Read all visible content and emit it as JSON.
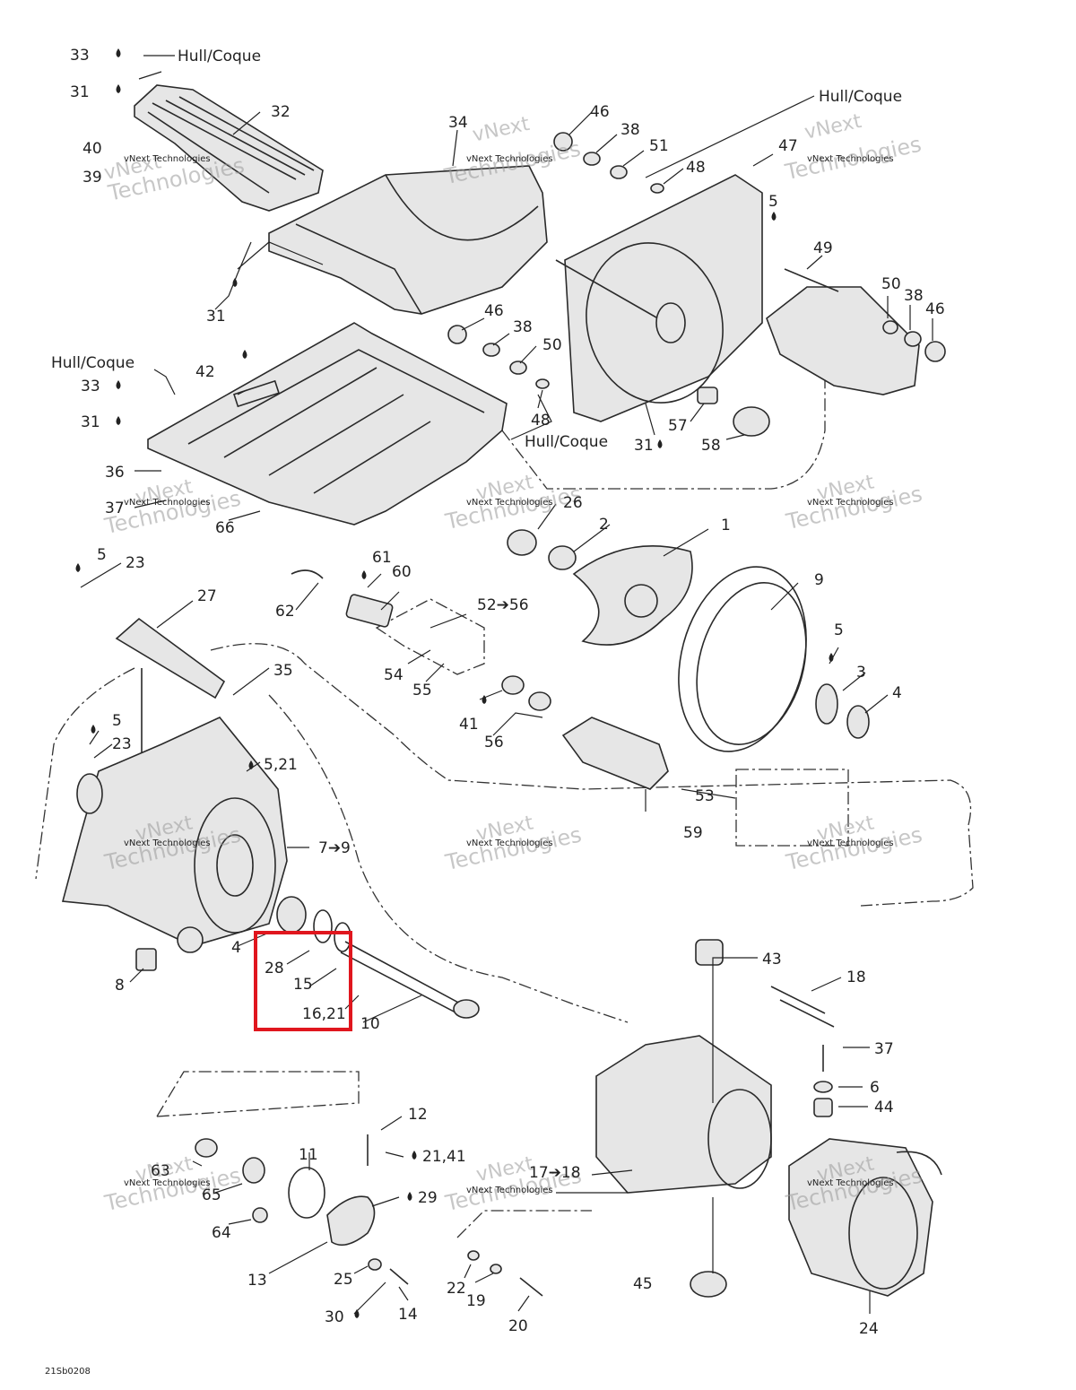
{
  "hull_label": "Hull/Coque",
  "ref_code": "21Sb0208",
  "watermark": {
    "line1": "vNext",
    "line2": "Technologies",
    "small": "vNext Technologies"
  },
  "labels": {
    "p33a": "33",
    "p31a": "31",
    "p32": "32",
    "p40": "40",
    "p39": "39",
    "p34": "34",
    "p46a": "46",
    "p38a": "38",
    "p51": "51",
    "p48a": "48",
    "p47": "47",
    "p5a": "5",
    "p49": "49",
    "p50a": "50",
    "p38b": "38",
    "p46b": "46",
    "p31b": "31",
    "p46c": "46",
    "p38c": "38",
    "p50b": "50",
    "p48b": "48",
    "p42": "42",
    "p33b": "33",
    "p31c": "31",
    "p57": "57",
    "p58": "58",
    "p31d": "31",
    "p36": "36",
    "p37a": "37",
    "p66": "66",
    "p26": "26",
    "p2": "2",
    "p1": "1",
    "p5b": "5",
    "p23a": "23",
    "p27": "27",
    "p61": "61",
    "p60": "60",
    "p62": "62",
    "p52": "52➔56",
    "p9": "9",
    "p5c": "5",
    "p3": "3",
    "p4a": "4",
    "p35": "35",
    "p54": "54",
    "p55": "55",
    "p41": "41",
    "p56": "56",
    "p5d": "5",
    "p23b": "23",
    "p521": "5,21",
    "p53": "53",
    "p79": "7➔9",
    "p59": "59",
    "p4b": "4",
    "p28": "28",
    "p15": "15",
    "p1621": "16,21",
    "p10": "10",
    "p8": "8",
    "p43": "43",
    "p18": "18",
    "p37b": "37",
    "p6": "6",
    "p44": "44",
    "p12": "12",
    "p2141": "21,41",
    "p63": "63",
    "p65": "65",
    "p11": "11",
    "p1718": "17➔18",
    "p29": "29",
    "p64": "64",
    "p13": "13",
    "p25": "25",
    "p30": "30",
    "p14": "14",
    "p22": "22",
    "p19": "19",
    "p20": "20",
    "p45": "45",
    "p24": "24"
  },
  "colors": {
    "highlight": "#e0161e",
    "line": "#2a2a2a",
    "watermark": "#9a9a9a"
  }
}
